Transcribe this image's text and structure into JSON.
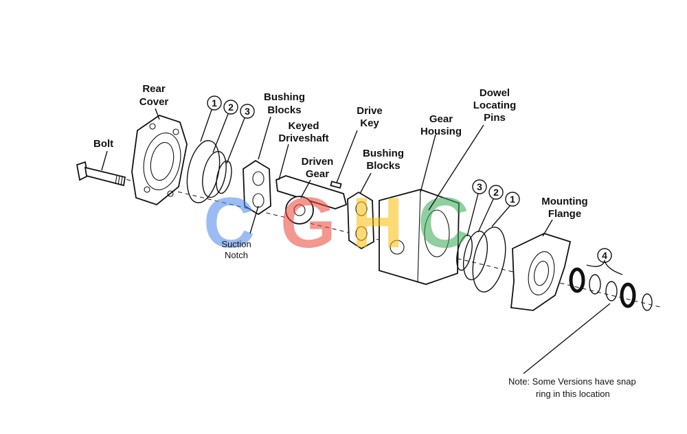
{
  "labels": {
    "bolt": "Bolt",
    "rear_cover": [
      "Rear",
      "Cover"
    ],
    "bushing_blocks_left": [
      "Bushing",
      "Blocks"
    ],
    "keyed_driveshaft": [
      "Keyed",
      "Driveshaft"
    ],
    "driven_gear": [
      "Driven",
      "Gear"
    ],
    "drive_key": [
      "Drive",
      "Key"
    ],
    "bushing_blocks_right": [
      "Bushing",
      "Blocks"
    ],
    "gear_housing": [
      "Gear",
      "Housing"
    ],
    "dowel_locating_pins": [
      "Dowel",
      "Locating",
      "Pins"
    ],
    "mounting_flange": [
      "Mounting",
      "Flange"
    ],
    "suction_notch": [
      "Suction",
      "Notch"
    ]
  },
  "callouts_left": [
    "1",
    "2",
    "3"
  ],
  "callouts_right": [
    "3",
    "2",
    "1"
  ],
  "callout_seal": "4",
  "note": [
    "Note: Some Versions have snap",
    "ring in this location"
  ],
  "watermark": {
    "letters": [
      "C",
      "G",
      "H",
      "C"
    ],
    "colors": [
      "#4a86e8",
      "#ea4335",
      "#fbbc05",
      "#34a853"
    ]
  }
}
